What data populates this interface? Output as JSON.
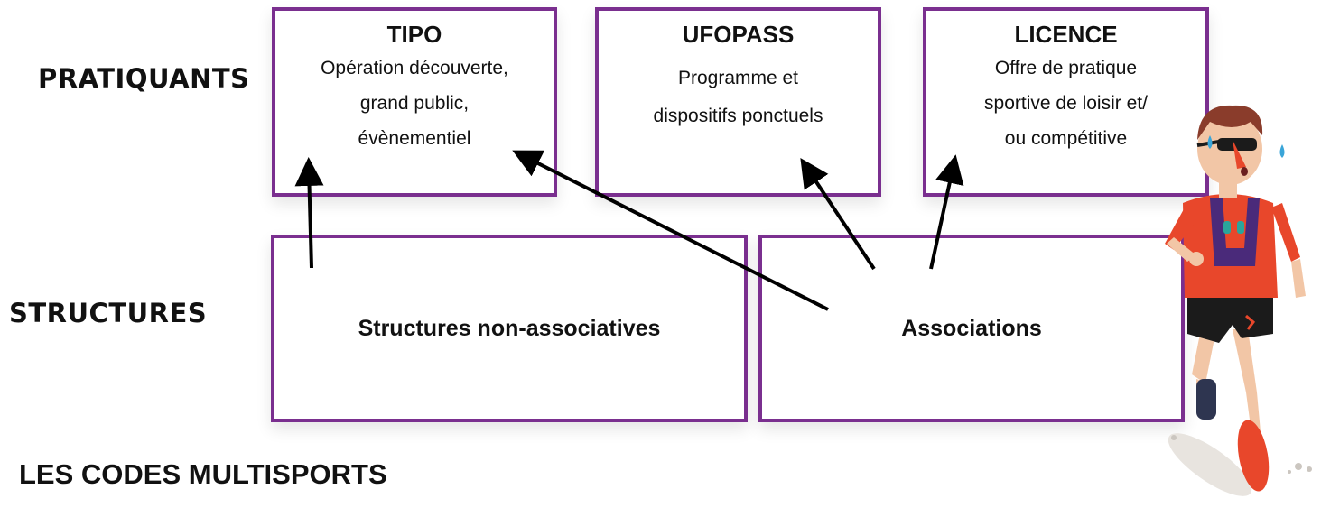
{
  "rows": {
    "pratiquants": "PRATIQUANTS",
    "structures": "STRUCTURES"
  },
  "offers": [
    {
      "title": "TIPO",
      "lines": [
        "Opération découverte,",
        "grand public,",
        "évènementiel"
      ]
    },
    {
      "title": "UFOPASS",
      "lines": [
        "Programme et",
        "dispositifs ponctuels"
      ]
    },
    {
      "title": "LICENCE",
      "lines": [
        "Offre de pratique",
        "sportive de loisir et/",
        "ou compétitive"
      ]
    }
  ],
  "structures": [
    {
      "label": "Structures non-associatives"
    },
    {
      "label": "Associations"
    }
  ],
  "footer": {
    "title": "LES CODES MULTISPORTS"
  },
  "colors": {
    "box_border": "#7a2f8f",
    "arrow": "#000000",
    "runner_shirt": "#e8472b"
  },
  "icons": {
    "illustration": "runner-illustration"
  }
}
